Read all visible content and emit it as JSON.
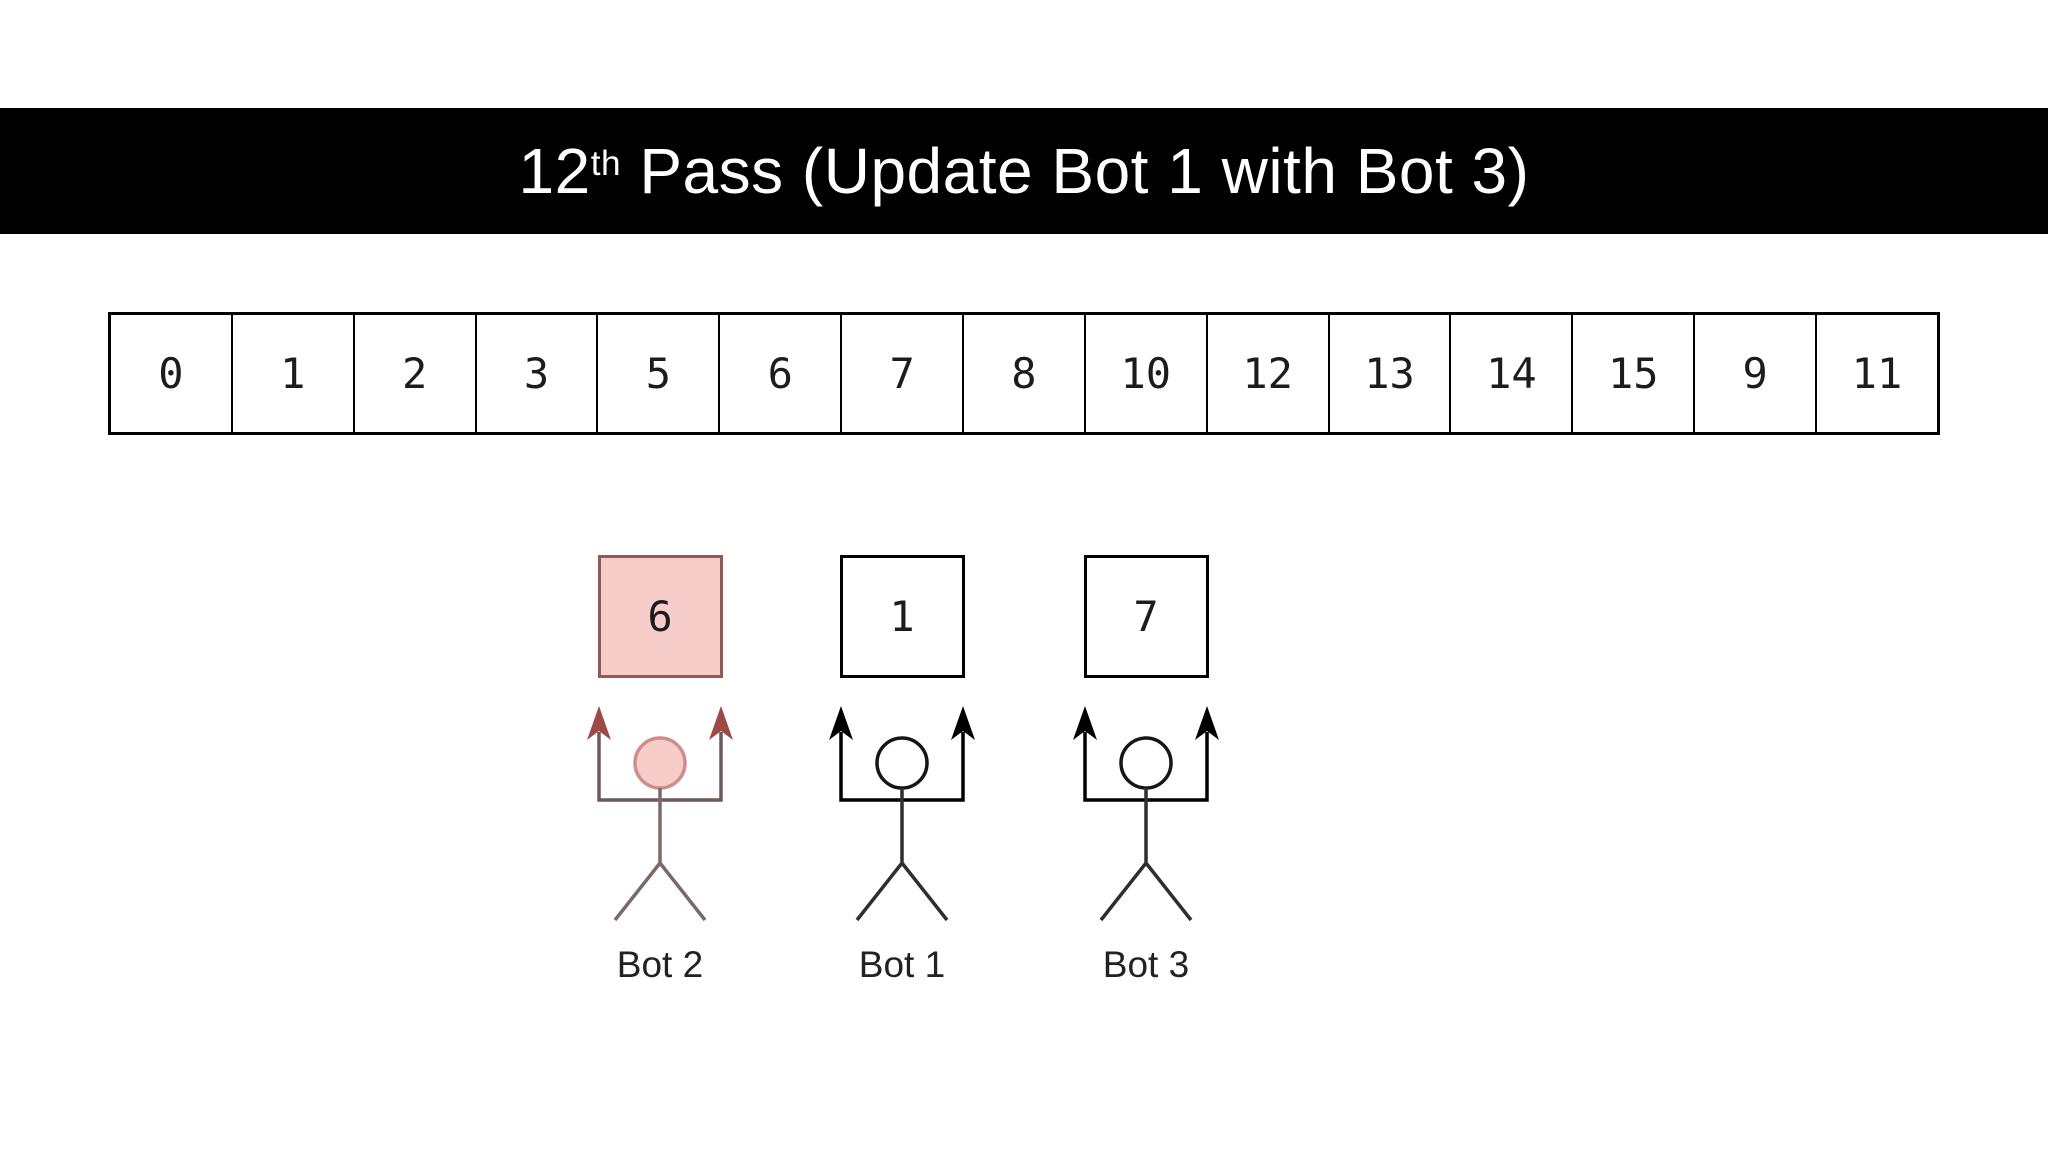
{
  "title": {
    "pass_number": "12",
    "ordinal_suffix": "th",
    "rest": " Pass (Update Bot 1 with Bot 3)"
  },
  "array": {
    "cells": [
      "0",
      "1",
      "2",
      "3",
      "5",
      "6",
      "7",
      "8",
      "10",
      "12",
      "13",
      "14",
      "15",
      "9",
      "11"
    ]
  },
  "bots": [
    {
      "name": "Bot 2",
      "held_value": "6",
      "highlighted": true
    },
    {
      "name": "Bot 1",
      "held_value": "1",
      "highlighted": false
    },
    {
      "name": "Bot 3",
      "held_value": "7",
      "highlighted": false
    }
  ],
  "colors": {
    "title_bar_bg": "#000000",
    "title_text": "#ffffff",
    "highlight_box_fill": "#f7cdca",
    "highlight_box_stroke": "#8f5b57",
    "highlight_arrow": "#9c4a43",
    "default_stroke": "#000000",
    "background": "#ffffff"
  }
}
